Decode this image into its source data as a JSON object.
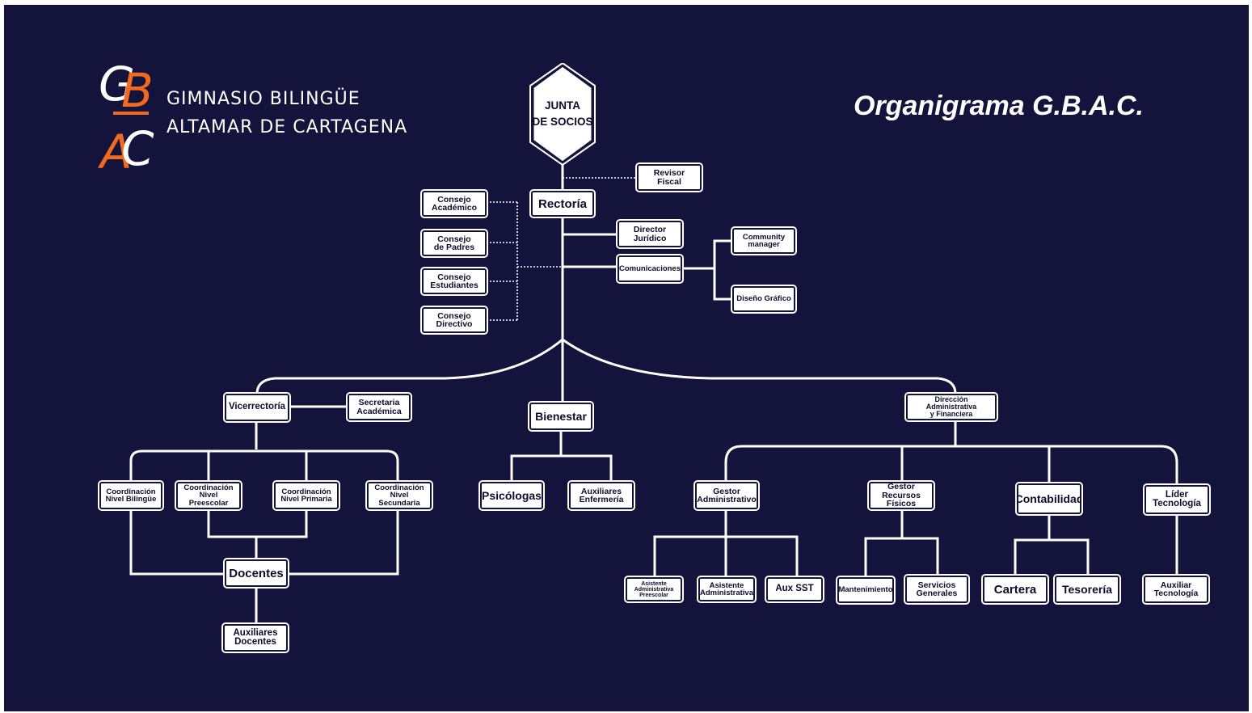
{
  "header": {
    "school_line1": "GIMNASIO BILINGÜE",
    "school_line2": "ALTAMAR DE CARTAGENA",
    "title": "Organigrama G.B.A.C."
  },
  "logo": {
    "letters": [
      "G",
      "B",
      "A",
      "C"
    ],
    "colors": {
      "white": "#ffffff",
      "orange": "#f26a21"
    }
  },
  "colors": {
    "background": "#13133b",
    "node": "#ffffff",
    "text": "#0d0d2b",
    "lines": "#ffffff"
  },
  "nodes": {
    "junta": "JUNTA\nDE SOCIOS",
    "revisor": "Revisor\nFiscal",
    "rectoria": "Rectoría",
    "consejo_academico": "Consejo\nAcadémico",
    "consejo_padres": "Consejo\nde Padres",
    "consejo_estudiantes": "Consejo\nEstudiantes",
    "consejo_directivo": "Consejo\nDirectivo",
    "director_juridico": "Director\nJurídico",
    "comunicaciones": "Comunicaciones",
    "community_manager": "Community\nmanager",
    "diseno_grafico": "Diseño Gráfico",
    "vicerrectoria": "Vicerrectoría",
    "secretaria_academica": "Secretaria\nAcadémica",
    "bienestar": "Bienestar",
    "direccion_admin": "Dirección\nAdministrativa\ny Financiera",
    "coord_bilingue": "Coordinación\nNivel Bilingüe",
    "coord_preescolar": "Coordinación\nNivel Preescolar",
    "coord_primaria": "Coordinación\nNivel Primaria",
    "coord_secundaria": "Coordinación\nNivel Secundaria",
    "docentes": "Docentes",
    "auxiliares_docentes": "Auxiliares\nDocentes",
    "psicologas": "Psicólogas",
    "auxiliares_enfermeria": "Auxiliares\nEnfermería",
    "gestor_admin": "Gestor\nAdministrativo",
    "gestor_recursos": "Gestor\nRecursos Físicos",
    "contabilidad": "Contabilidad",
    "lider_tecnologia": "Líder\nTecnología",
    "asistente_preescolar": "Asistente\nAdministrativa\nPreescolar",
    "asistente_admin": "Asistente\nAdministrativa",
    "aux_sst": "Aux SST",
    "mantenimiento": "Mantenimiento",
    "servicios_generales": "Servicios\nGenerales",
    "cartera": "Cartera",
    "tesoreria": "Tesorería",
    "auxiliar_tecnologia": "Auxiliar\nTecnología"
  }
}
